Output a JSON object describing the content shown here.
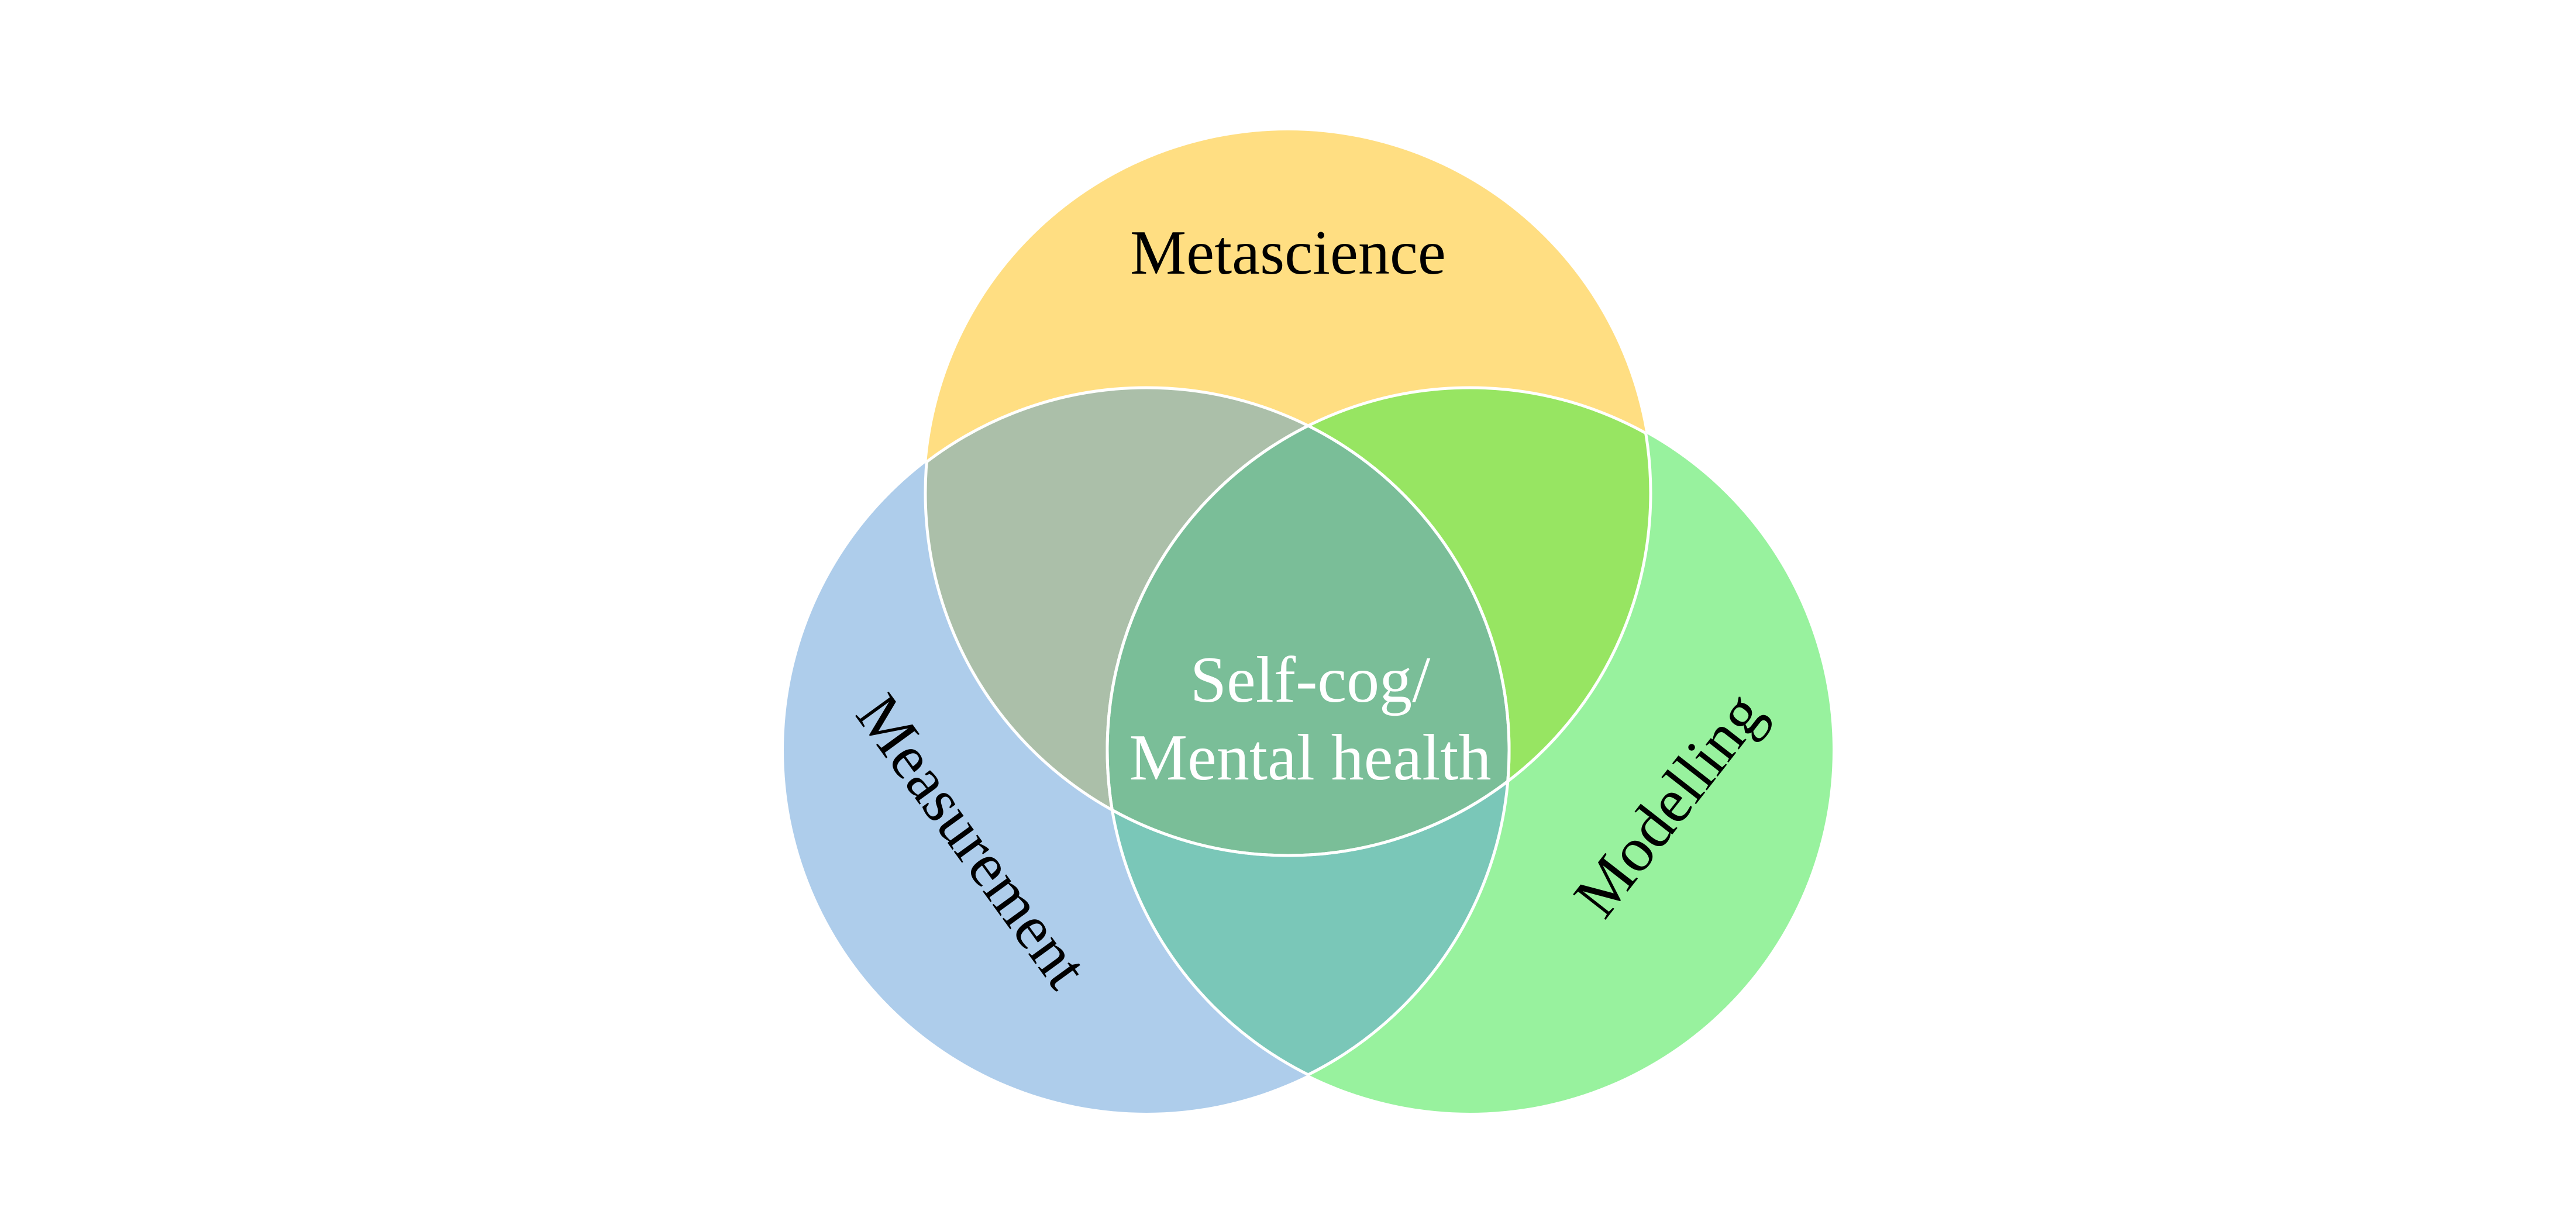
{
  "diagram": {
    "sets": [
      {
        "id": "metascience",
        "label": "Metascience",
        "color": "#FFDE82"
      },
      {
        "id": "measurement",
        "label": "Measurement",
        "color": "#AECDEB"
      },
      {
        "id": "modelling",
        "label": "Modelling",
        "color": "#98F29E"
      }
    ],
    "overlap_colors": {
      "metascience_measurement": "#ABBFA9",
      "metascience_modelling": "#97E562",
      "measurement_modelling": "#7AC7B8",
      "all": "#7ABE98"
    },
    "center_label": {
      "line1": "Self-cog/",
      "line2": "Mental health"
    }
  }
}
